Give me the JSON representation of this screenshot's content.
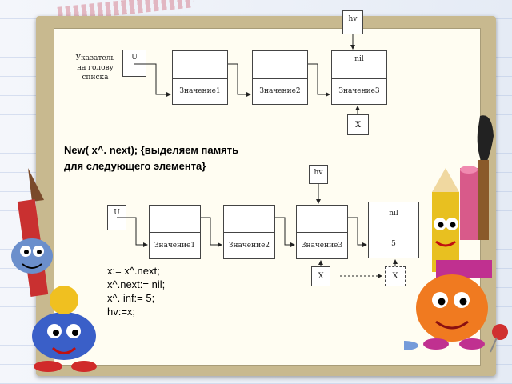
{
  "diagram1": {
    "head_label": "Указатель на голову списка",
    "head_pointer": "U",
    "hv_label": "hv",
    "node_values": [
      "Значение1",
      "Значение2",
      "Значение3"
    ],
    "nil_label": "nil",
    "x_label": "X"
  },
  "instruction": {
    "line1": "New( x^. next); {выделяем память",
    "line2": "для следующего элемента}"
  },
  "diagram2": {
    "hv_label": "hv",
    "head_pointer": "U",
    "node_values": [
      "Значение1",
      "Значение2",
      "Значение3",
      "5"
    ],
    "nil_label": "nil",
    "x_label": "X",
    "x_new_label": "X"
  },
  "code_lines": [
    "x:= x^.next;",
    "x^.next:= nil;",
    "x^. inf:= 5;",
    "hv:=x;"
  ],
  "colors": {
    "board": "#fffdf2",
    "frame": "#c8b98f",
    "box_border": "#444444"
  }
}
